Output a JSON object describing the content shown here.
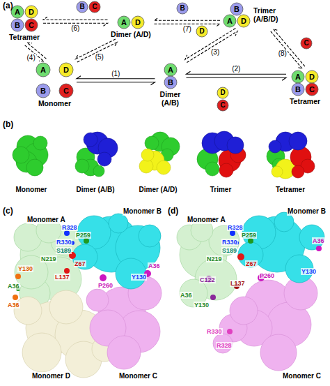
{
  "diagram": {
    "nodes": [
      {
        "text": [
          "Tetramer"
        ]
      },
      {
        "text": [
          "A"
        ],
        "in": 0
      },
      {
        "text": [
          "D"
        ],
        "in": 0
      },
      {
        "text": [
          "B"
        ],
        "in": 0
      },
      {
        "text": [
          "C"
        ],
        "in": 0
      },
      {
        "text": [
          "B"
        ]
      },
      {
        "text": [
          "C"
        ]
      },
      {
        "text": [
          "Dimer (A/D)"
        ]
      },
      {
        "text": [
          "A"
        ],
        "in": 7
      },
      {
        "text": [
          "D"
        ],
        "in": 7
      },
      {
        "text": [
          "B"
        ]
      },
      {
        "text": [
          "Trimer (A/B/D)"
        ]
      },
      {
        "text": [
          "B"
        ],
        "in": 11
      },
      {
        "text": [
          "A"
        ],
        "in": 11
      },
      {
        "text": [
          "D"
        ],
        "in": 11
      },
      {
        "text": [
          "D"
        ]
      },
      {
        "text": [
          "C"
        ]
      },
      {
        "text": [
          "Monomer"
        ]
      },
      {
        "text": [
          "A"
        ],
        "in": 17
      },
      {
        "text": [
          "D"
        ],
        "in": 17
      },
      {
        "text": [
          "B"
        ],
        "in": 17
      },
      {
        "text": [
          "C"
        ],
        "in": 17
      },
      {
        "text": [
          "Dimer (A/B)"
        ]
      },
      {
        "text": [
          "A"
        ],
        "in": 22
      },
      {
        "text": [
          "B"
        ],
        "in": 22
      },
      {
        "text": [
          "D"
        ]
      },
      {
        "text": [
          "C"
        ]
      },
      {
        "text": [
          "Tetramer"
        ]
      },
      {
        "text": [
          "A"
        ],
        "in": 27
      },
      {
        "text": [
          "D"
        ],
        "in": 27
      },
      {
        "text": [
          "B"
        ],
        "in": 27
      },
      {
        "text": [
          "C"
        ],
        "in": 27
      }
    ],
    "edges": [
      {
        "from": 17,
        "to": 22,
        "arrow": "both",
        "label": "(1)"
      },
      {
        "from": 22,
        "to": 27,
        "arrow": "both",
        "label": "(2)"
      },
      {
        "from": 22,
        "to": 11,
        "arrow": "both",
        "label": "(3)"
      },
      {
        "from": 0,
        "to": 17,
        "arrow": "both",
        "label": "(4)"
      },
      {
        "from": 17,
        "to": 7,
        "arrow": "both",
        "label": "(5)"
      },
      {
        "from": 0,
        "to": 7,
        "arrow": "both",
        "label": "(6)"
      },
      {
        "from": 7,
        "to": 11,
        "arrow": "both",
        "label": "(7)"
      },
      {
        "from": 11,
        "to": 27,
        "arrow": "both",
        "label": "(8)"
      }
    ],
    "labels": [
      "(a)",
      "(b)",
      "Monomer",
      "Dimer (A/B)",
      "Dimer (A/D)",
      "Trimer",
      "Tetramer",
      "(c)",
      "Monomer A",
      "Monomer B",
      "R328",
      "P259",
      "R330",
      "S189",
      "N219",
      "Z67",
      "Y130",
      "L137",
      "A36",
      "A36",
      "Y130",
      "A36",
      "P260",
      "Monomer D",
      "Monomer C",
      "(d)",
      "Monomer A",
      "Monomer B",
      "R328",
      "P259",
      "R330",
      "S189",
      "N219",
      "Z67",
      "A36",
      "Y130",
      "C122",
      "L137",
      "P260",
      "A36",
      "Y130",
      "R330",
      "R328",
      "Monomer C"
    ]
  }
}
